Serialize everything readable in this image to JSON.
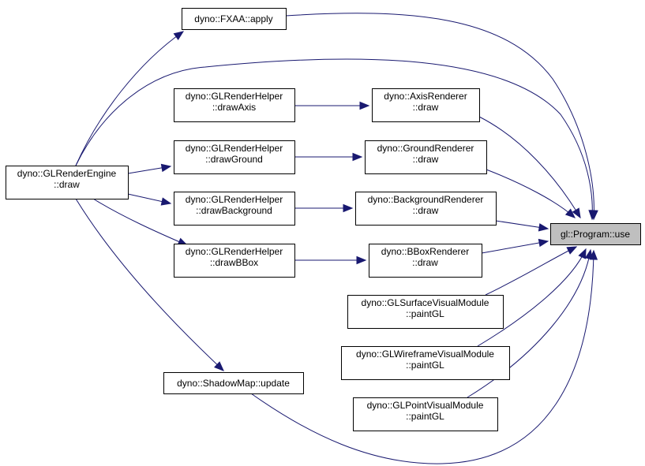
{
  "colors": {
    "edge": "#191970",
    "node_border": "#000000",
    "highlight_fill": "#bfbfbf",
    "background": "#ffffff"
  },
  "nodes": {
    "fxaa_apply": {
      "lines": [
        "dyno::FXAA::apply"
      ]
    },
    "render_engine_draw": {
      "lines": [
        "dyno::GLRenderEngine",
        "::draw"
      ]
    },
    "helper_draw_axis": {
      "lines": [
        "dyno::GLRenderHelper",
        "::drawAxis"
      ]
    },
    "helper_draw_ground": {
      "lines": [
        "dyno::GLRenderHelper",
        "::drawGround"
      ]
    },
    "helper_draw_background": {
      "lines": [
        "dyno::GLRenderHelper",
        "::drawBackground"
      ]
    },
    "helper_draw_bbox": {
      "lines": [
        "dyno::GLRenderHelper",
        "::drawBBox"
      ]
    },
    "axis_renderer_draw": {
      "lines": [
        "dyno::AxisRenderer",
        "::draw"
      ]
    },
    "ground_renderer_draw": {
      "lines": [
        "dyno::GroundRenderer",
        "::draw"
      ]
    },
    "background_renderer_draw": {
      "lines": [
        "dyno::BackgroundRenderer",
        "::draw"
      ]
    },
    "bbox_renderer_draw": {
      "lines": [
        "dyno::BBoxRenderer",
        "::draw"
      ]
    },
    "surface_module_paint": {
      "lines": [
        "dyno::GLSurfaceVisualModule",
        "::paintGL"
      ]
    },
    "wireframe_module_paint": {
      "lines": [
        "dyno::GLWireframeVisualModule",
        "::paintGL"
      ]
    },
    "point_module_paint": {
      "lines": [
        "dyno::GLPointVisualModule",
        "::paintGL"
      ]
    },
    "shadowmap_update": {
      "lines": [
        "dyno::ShadowMap::update"
      ]
    },
    "program_use": {
      "lines": [
        "gl::Program::use"
      ]
    }
  },
  "edges": [
    {
      "from": "render_engine_draw",
      "to": "fxaa_apply"
    },
    {
      "from": "render_engine_draw",
      "to": "program_use"
    },
    {
      "from": "render_engine_draw",
      "to": "helper_draw_ground"
    },
    {
      "from": "render_engine_draw",
      "to": "helper_draw_background"
    },
    {
      "from": "render_engine_draw",
      "to": "helper_draw_bbox"
    },
    {
      "from": "render_engine_draw",
      "to": "shadowmap_update"
    },
    {
      "from": "helper_draw_axis",
      "to": "axis_renderer_draw"
    },
    {
      "from": "helper_draw_ground",
      "to": "ground_renderer_draw"
    },
    {
      "from": "helper_draw_background",
      "to": "background_renderer_draw"
    },
    {
      "from": "helper_draw_bbox",
      "to": "bbox_renderer_draw"
    },
    {
      "from": "fxaa_apply",
      "to": "program_use"
    },
    {
      "from": "axis_renderer_draw",
      "to": "program_use"
    },
    {
      "from": "ground_renderer_draw",
      "to": "program_use"
    },
    {
      "from": "background_renderer_draw",
      "to": "program_use"
    },
    {
      "from": "bbox_renderer_draw",
      "to": "program_use"
    },
    {
      "from": "surface_module_paint",
      "to": "program_use"
    },
    {
      "from": "wireframe_module_paint",
      "to": "program_use"
    },
    {
      "from": "point_module_paint",
      "to": "program_use"
    },
    {
      "from": "shadowmap_update",
      "to": "program_use"
    }
  ]
}
